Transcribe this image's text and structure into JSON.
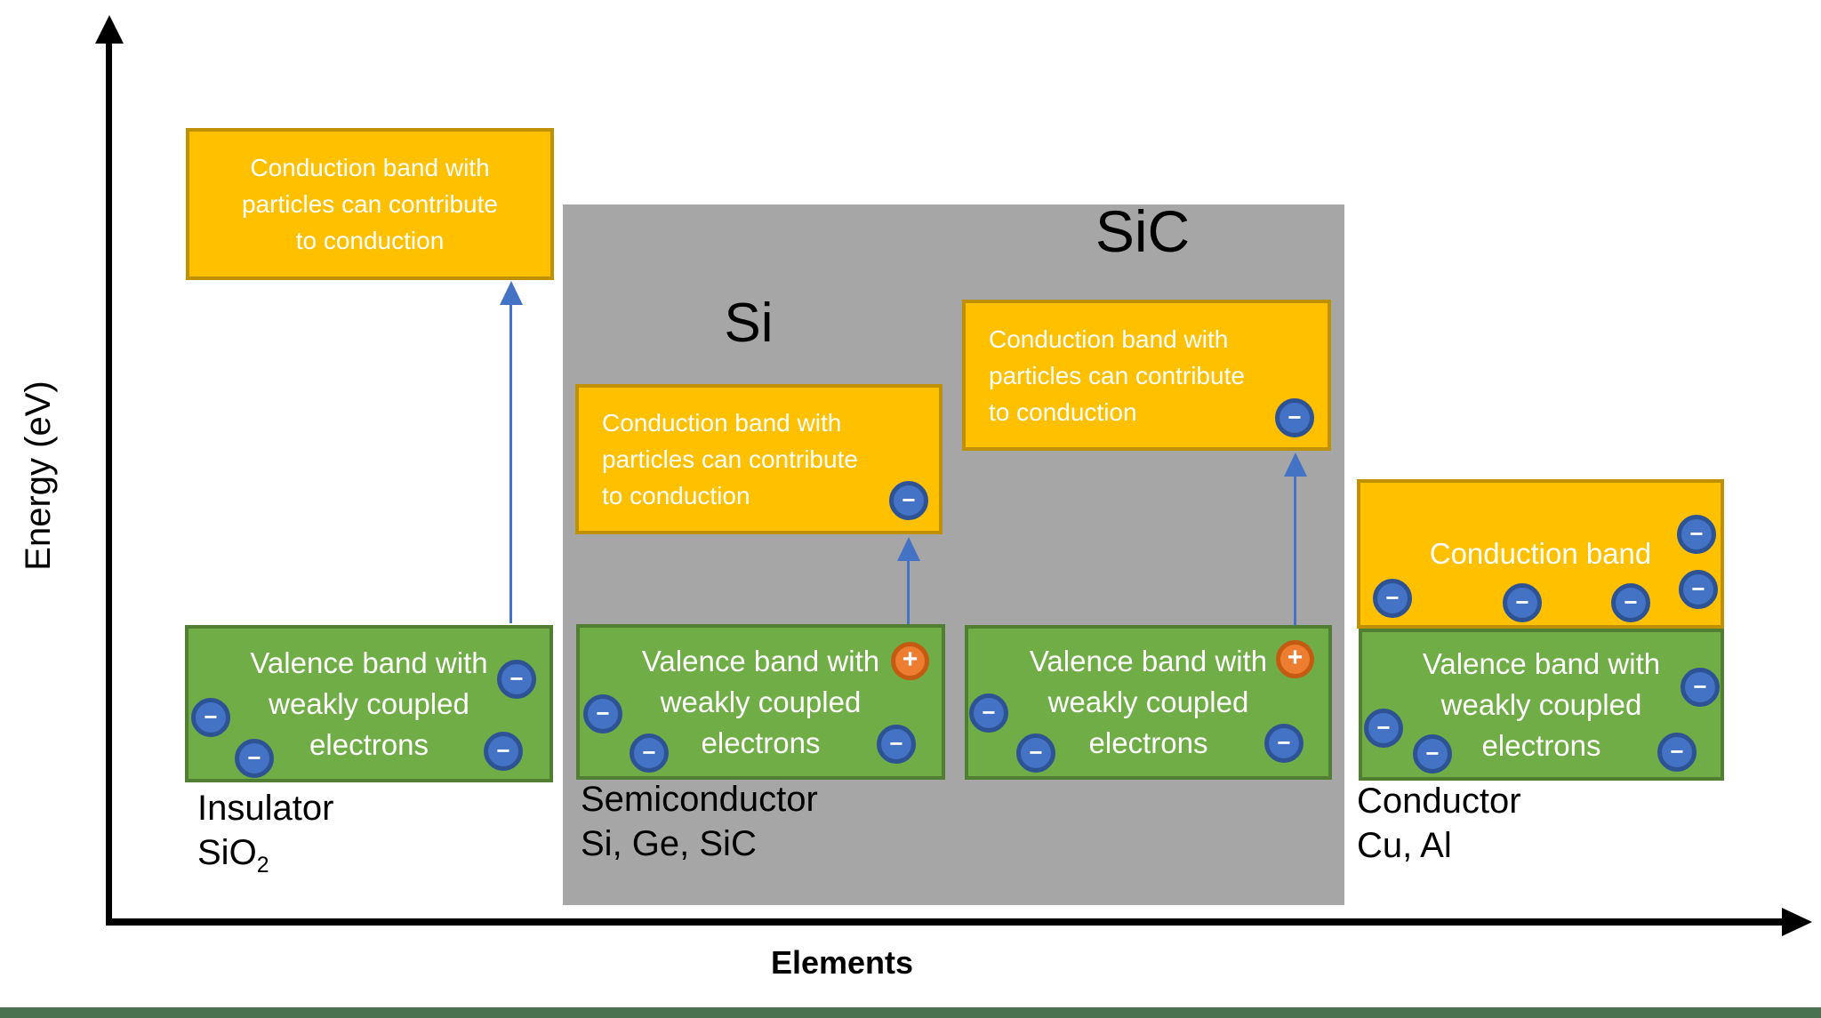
{
  "axes": {
    "y_label": "Energy (eV)",
    "x_label": "Elements"
  },
  "bands": {
    "conduction_lines": [
      "Conduction band with",
      "particles can contribute",
      "to conduction"
    ],
    "conduction_short": "Conduction band",
    "valence_lines": [
      "Valence band with",
      "weakly coupled",
      "electrons"
    ]
  },
  "particles": {
    "electron_symbol": "−",
    "hole_symbol": "+"
  },
  "groups": {
    "insulator": {
      "name": "Insulator",
      "formula_base": "SiO",
      "formula_sub": "2"
    },
    "semiconductor": {
      "name": "Semiconductor",
      "formula": "Si, Ge, SiC",
      "material_si": "Si",
      "material_sic": "SiC"
    },
    "conductor": {
      "name": "Conductor",
      "formula": "Cu, Al"
    }
  },
  "colors": {
    "conduction_band_fill": "#FFC000",
    "conduction_band_border": "#BF9000",
    "valence_band_fill": "#70AD47",
    "valence_band_border": "#507E32",
    "semiconductor_panel": "#A6A6A6",
    "electron_fill": "#4472C4",
    "electron_border": "#2E5395",
    "hole_fill": "#ED7D31",
    "hole_border": "#C55A11",
    "bandgap_arrow": "#4472C4",
    "axis": "#000000",
    "footer_strip": "#4A7150"
  }
}
